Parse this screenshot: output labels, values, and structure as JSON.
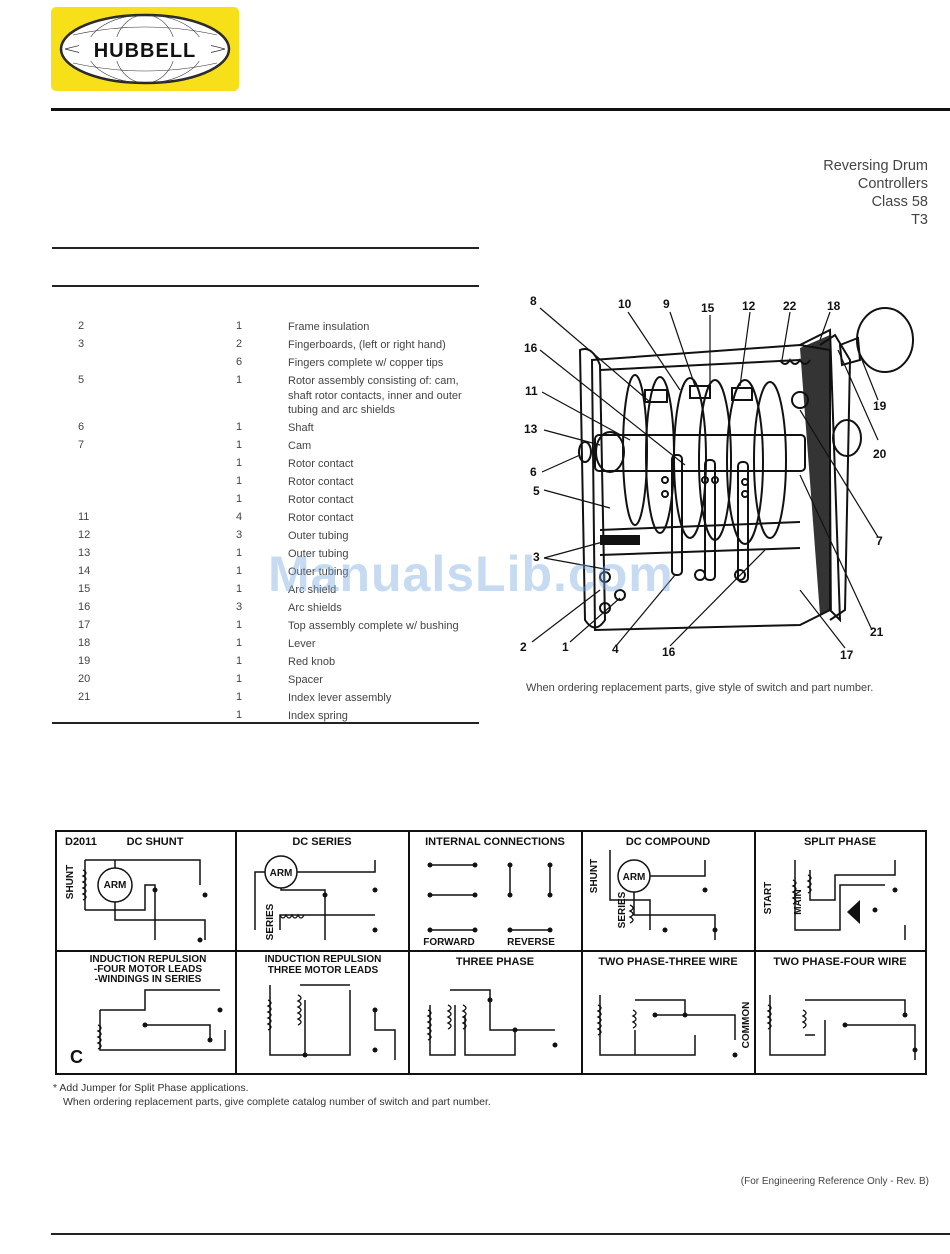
{
  "brand": {
    "name": "HUBBELL",
    "accent": "#f7e01a"
  },
  "title": {
    "line1": "Reversing Drum",
    "line2": "Controllers",
    "line3": "Class 58",
    "line4": "T3"
  },
  "parts": [
    {
      "part": "2",
      "qty": "1",
      "desc": "Frame insulation"
    },
    {
      "part": "3",
      "qty": "2",
      "desc": "Fingerboards, (left or right hand)"
    },
    {
      "part": "",
      "qty": "6",
      "desc": "Fingers complete w/ copper tips"
    },
    {
      "part": "5",
      "qty": "1",
      "desc": "Rotor assembly consisting of: cam, shaft rotor contacts, inner and outer tubing and arc shields"
    },
    {
      "part": "6",
      "qty": "1",
      "desc": "Shaft"
    },
    {
      "part": "7",
      "qty": "1",
      "desc": "Cam"
    },
    {
      "part": "",
      "qty": "1",
      "desc": "Rotor contact"
    },
    {
      "part": "",
      "qty": "1",
      "desc": "Rotor contact"
    },
    {
      "part": "",
      "qty": "1",
      "desc": "Rotor contact"
    },
    {
      "part": "11",
      "qty": "4",
      "desc": "Rotor contact"
    },
    {
      "part": "12",
      "qty": "3",
      "desc": "Outer tubing"
    },
    {
      "part": "13",
      "qty": "1",
      "desc": "Outer tubing"
    },
    {
      "part": "14",
      "qty": "1",
      "desc": "Outer tubing"
    },
    {
      "part": "15",
      "qty": "1",
      "desc": "Arc shield"
    },
    {
      "part": "16",
      "qty": "3",
      "desc": "Arc shields"
    },
    {
      "part": "17",
      "qty": "1",
      "desc": "Top assembly complete w/ bushing"
    },
    {
      "part": "18",
      "qty": "1",
      "desc": "Lever"
    },
    {
      "part": "19",
      "qty": "1",
      "desc": "Red knob"
    },
    {
      "part": "20",
      "qty": "1",
      "desc": "Spacer"
    },
    {
      "part": "21",
      "qty": "1",
      "desc": "Index lever assembly"
    },
    {
      "part": "",
      "qty": "1",
      "desc": "Index spring"
    }
  ],
  "callouts": [
    "8",
    "10",
    "9",
    "15",
    "12",
    "22",
    "18",
    "16",
    "11",
    "13",
    "6",
    "5",
    "3",
    "2",
    "1",
    "4",
    "16",
    "17",
    "21",
    "7",
    "20",
    "19"
  ],
  "caption": "When ordering replacement parts, give style of switch and part number.",
  "watermark": "ManualsLib.com",
  "wiring": {
    "code": "D2011",
    "corner": "C",
    "panels": [
      {
        "title": "DC SHUNT",
        "labels": [
          "SHUNT",
          "ARM"
        ]
      },
      {
        "title": "DC SERIES",
        "labels": [
          "ARM",
          "SERIES"
        ]
      },
      {
        "title": "INTERNAL CONNECTIONS",
        "labels": [
          "FORWARD",
          "REVERSE"
        ]
      },
      {
        "title": "DC COMPOUND",
        "labels": [
          "SHUNT",
          "SERIES",
          "ARM"
        ]
      },
      {
        "title": "SPLIT PHASE",
        "labels": [
          "START",
          "MAIN"
        ]
      },
      {
        "title1": "INDUCTION REPULSION",
        "title2": "-FOUR MOTOR LEADS",
        "title3": "-WINDINGS IN SERIES"
      },
      {
        "title1": "INDUCTION REPULSION",
        "title2": "THREE MOTOR LEADS"
      },
      {
        "title": "THREE PHASE"
      },
      {
        "title": "TWO PHASE-THREE WIRE",
        "labels": [
          "COMMON"
        ]
      },
      {
        "title": "TWO PHASE-FOUR WIRE"
      }
    ]
  },
  "notes": {
    "line1": "* Add Jumper for Split Phase applications.",
    "line2": "When ordering replacement parts, give complete catalog number of switch and part number."
  },
  "footer": "(For Engineering Reference Only - Rev. B)"
}
